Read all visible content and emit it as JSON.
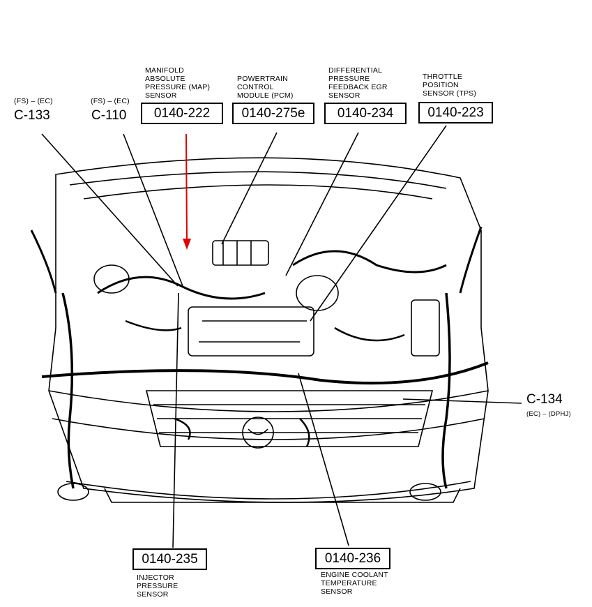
{
  "callouts": {
    "c133": {
      "prefix": "(FS) – (EC)",
      "id": "C-133"
    },
    "c110": {
      "prefix": "(FS) – (EC)",
      "id": "C-110"
    },
    "map": {
      "label": [
        "MANIFOLD",
        "ABSOLUTE",
        "PRESSURE (MAP)",
        "SENSOR"
      ],
      "code": "0140-222"
    },
    "pcm": {
      "label": [
        "POWERTRAIN",
        "CONTROL",
        "MODULE (PCM)"
      ],
      "code": "0140-275e"
    },
    "egr": {
      "label": [
        "DIFFERENTIAL",
        "PRESSURE",
        "FEEDBACK EGR",
        "SENSOR"
      ],
      "code": "0140-234"
    },
    "tps": {
      "label": [
        "THROTTLE",
        "POSITION",
        "SENSOR (TPS)"
      ],
      "code": "0140-223"
    },
    "c134": {
      "id": "C-134",
      "suffix": "(EC) – (DPHJ)"
    },
    "ips": {
      "code": "0140-235",
      "label": [
        "INJECTOR",
        "PRESSURE",
        "SENSOR"
      ]
    },
    "ect": {
      "code": "0140-236",
      "label": [
        "ENGINE COOLANT",
        "TEMPERATURE",
        "SENSOR"
      ]
    }
  },
  "colors": {
    "highlight_arrow": "#e00000",
    "line": "#000000"
  }
}
